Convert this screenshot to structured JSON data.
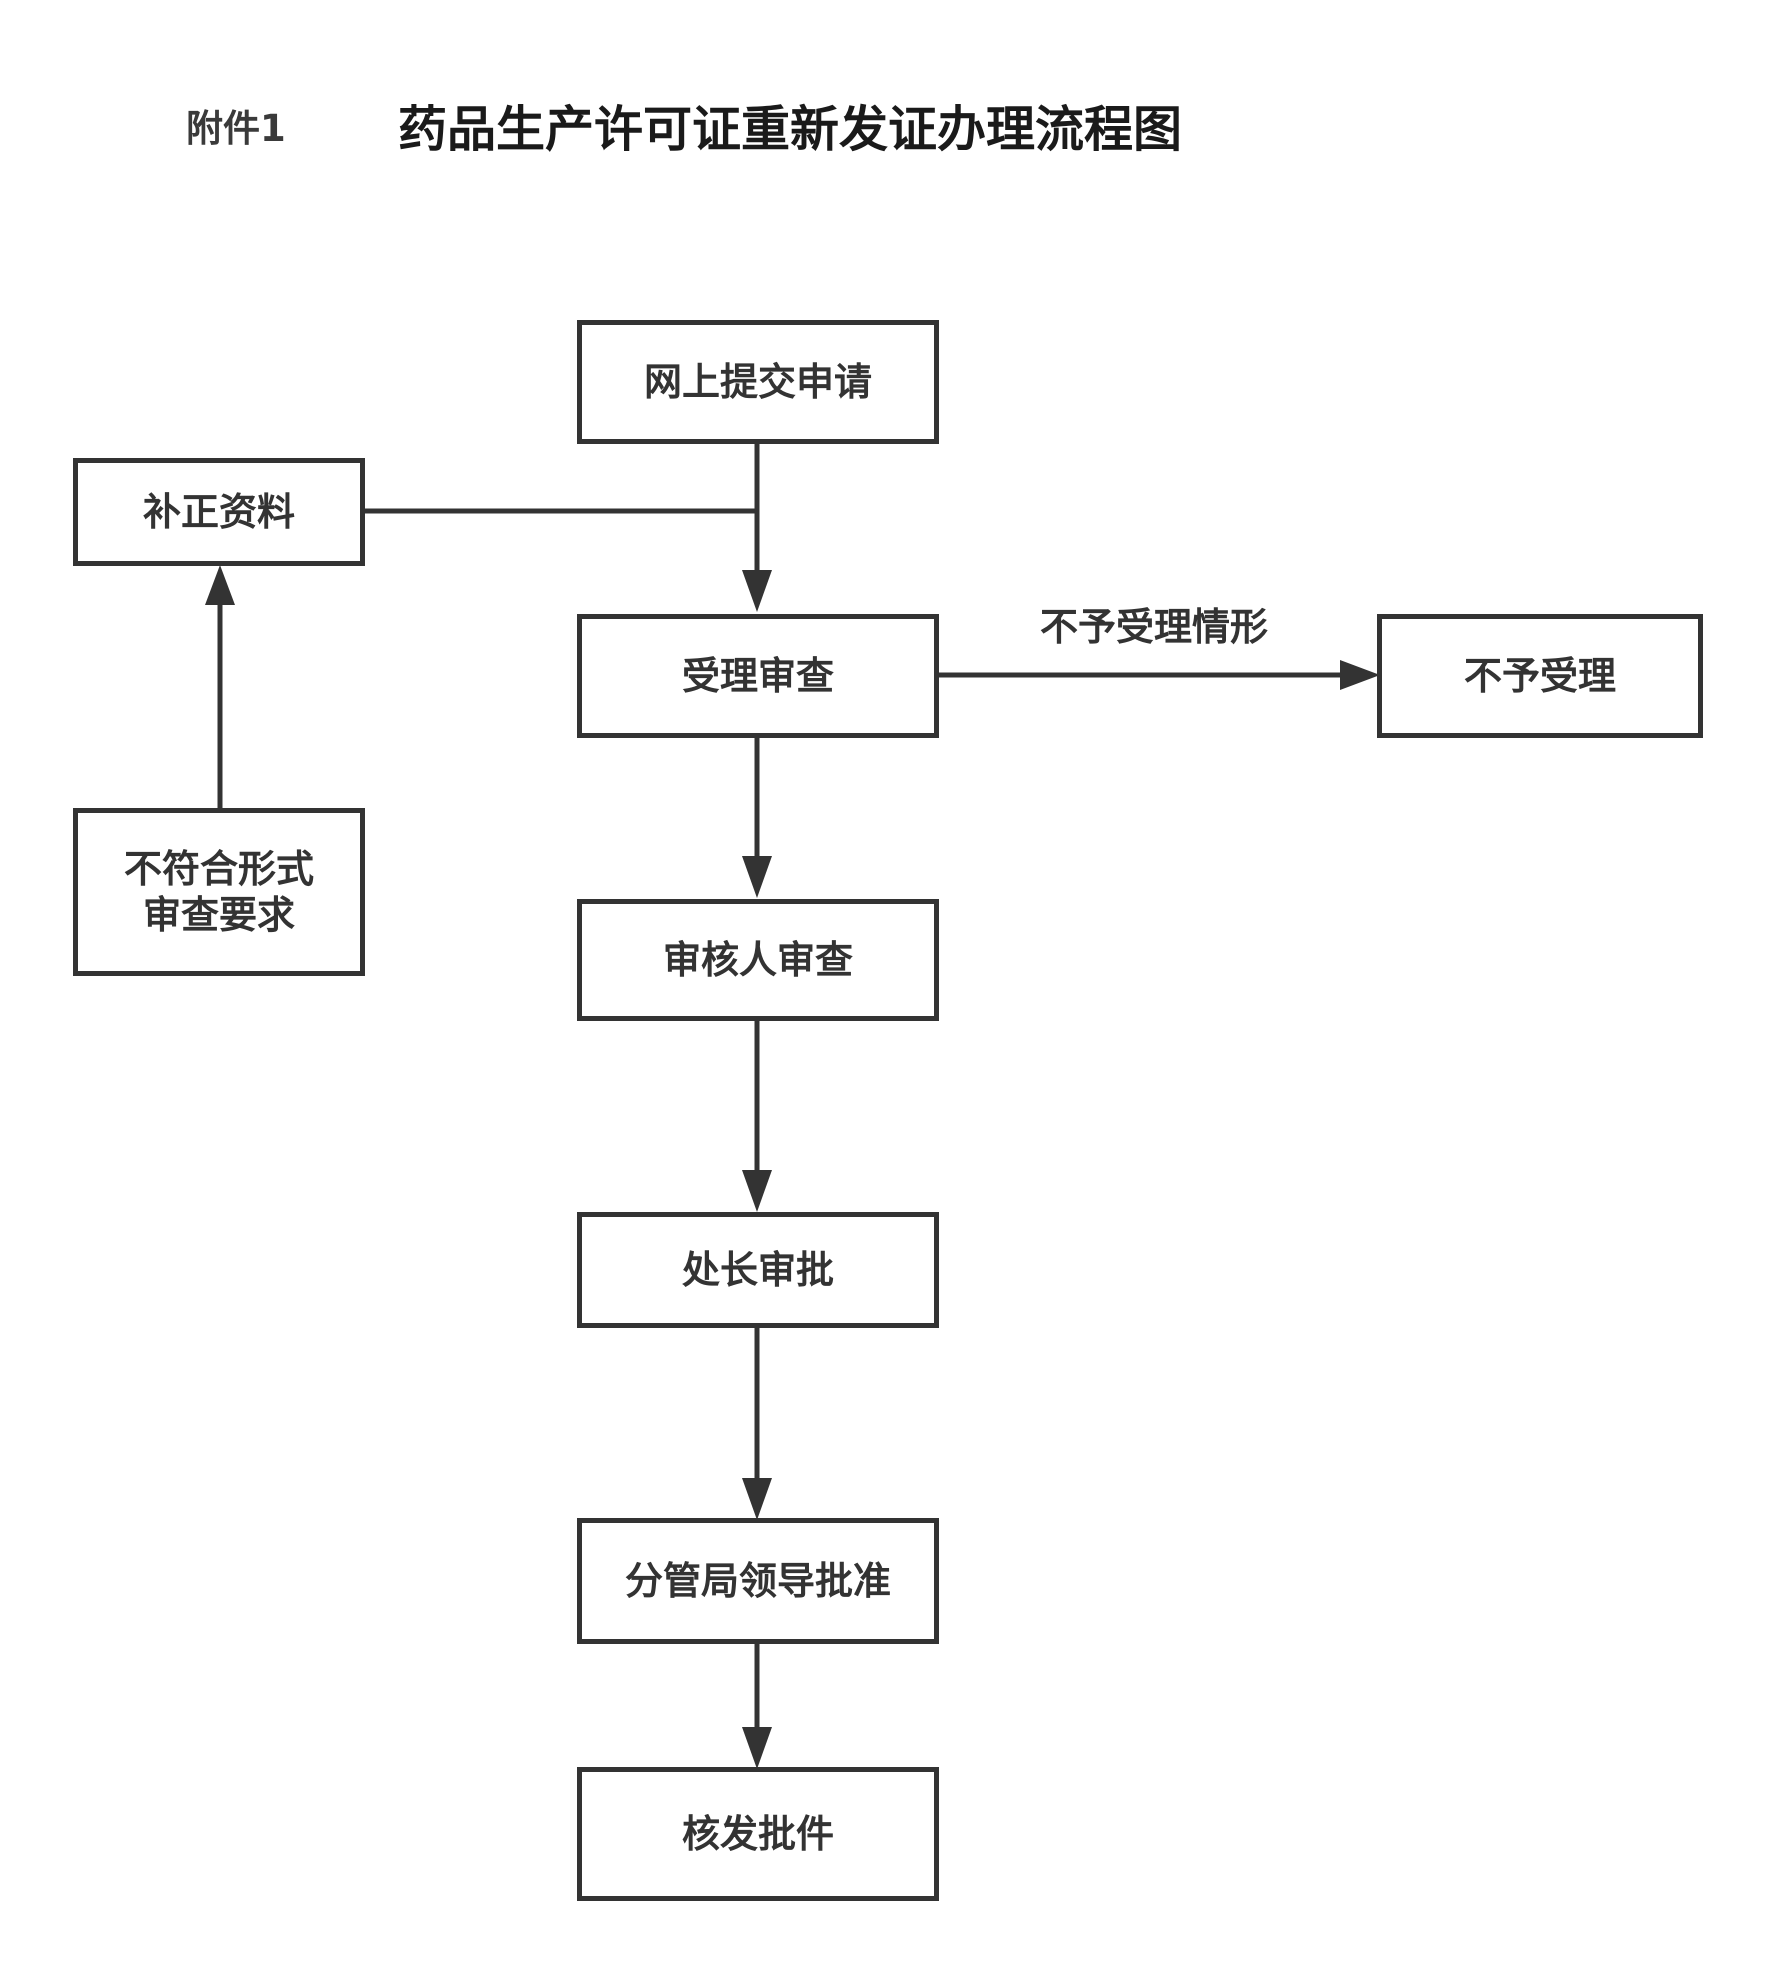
{
  "header": {
    "annex": "附件1",
    "title": "药品生产许可证重新发证办理流程图"
  },
  "nodes": {
    "submit": "网上提交申请",
    "correction": "补正资料",
    "acceptance_review": "受理审查",
    "not_accepted": "不予受理",
    "nonconforming": "不符合形式\n审查要求",
    "reviewer_review": "审核人审查",
    "director_approval": "处长审批",
    "leader_approval": "分管局领导批准",
    "issue": "核发批件"
  },
  "edges": {
    "not_accepted_label": "不予受理情形"
  },
  "colors": {
    "stroke": "#333333",
    "background": "#ffffff"
  }
}
